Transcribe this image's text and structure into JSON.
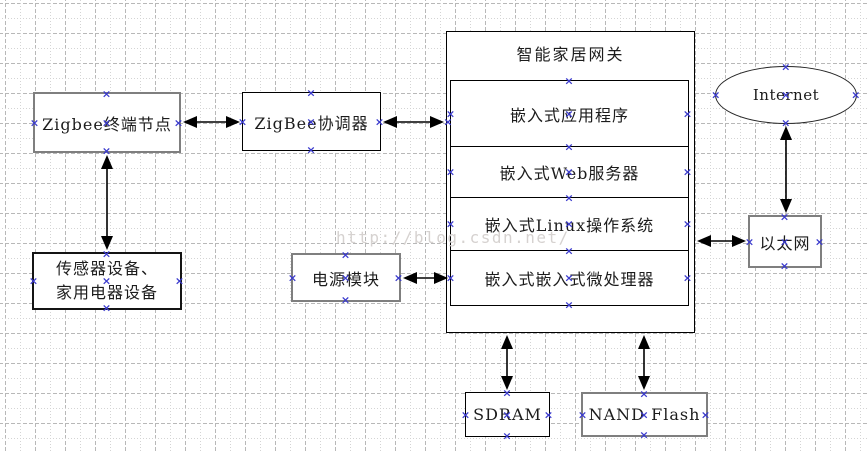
{
  "watermark": {
    "text": "http://blog.csdn.net/"
  },
  "nodes": {
    "zigbee_node": {
      "label": "Zigbee终端节点"
    },
    "zigbee_coordinator": {
      "label": "ZigBee协调器"
    },
    "sensor_devices": {
      "line1": "传感器设备、",
      "line2": "家用电器设备"
    },
    "power_module": {
      "label": "电源模块"
    },
    "gateway": {
      "title": "智能家居网关",
      "layers": [
        {
          "label": "嵌入式应用程序"
        },
        {
          "label": "嵌入式Web服务器"
        },
        {
          "label": "嵌入式Linux操作系统"
        },
        {
          "label": "嵌入式嵌入式微处理器"
        }
      ]
    },
    "internet": {
      "label": "Internet"
    },
    "ethernet": {
      "label": "以太网"
    },
    "sdram": {
      "label": "SDRAM"
    },
    "nand_flash": {
      "label": "NAND Flash"
    }
  },
  "colors": {
    "node_border_black": "#000000",
    "node_border_gray": "#7f7f7f",
    "connection_point_blue": "#3b3bcd",
    "arrow_black": "#000000",
    "grid_major": "#b8b8b8",
    "grid_minor": "#d4d4d4",
    "watermark_gray": "#d6d2d0"
  }
}
